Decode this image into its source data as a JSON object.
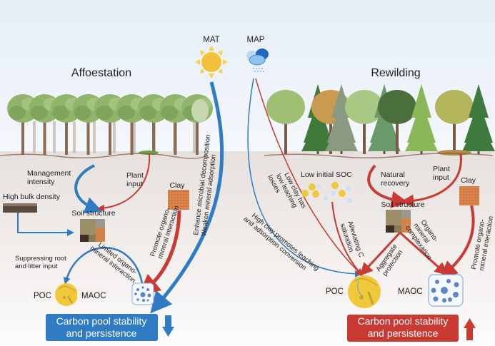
{
  "climate": {
    "mat_label": "MAT",
    "map_label": "MAP"
  },
  "afforestation": {
    "title": "Affoestation",
    "management_intensity": [
      "Management",
      "intensity"
    ],
    "plant_input": [
      "Plant",
      "input"
    ],
    "high_bulk_density": "High bulk density",
    "soil_structure": "Soil structure",
    "clay": "Clay",
    "promote_organo": [
      "Promote organo-",
      "mineral interaction"
    ],
    "enhance_decomp": [
      "Enhance microbial decomposition",
      "Weaken mineral adsorption"
    ],
    "suppressing": [
      "Suppressing root",
      "and litter input"
    ],
    "limited_organo": [
      "Limited organo-",
      "mineral interaction"
    ],
    "poc": "POC",
    "maoc": "MAOC",
    "outcome": [
      "Carbon pool stability",
      "and persistence"
    ],
    "outcome_direction": "down",
    "outcome_color": "#2f7cc4"
  },
  "rewilding": {
    "title": "Rewilding",
    "low_initial_soc": "Low initial SOC",
    "natural_recovery": [
      "Natural",
      "recovery"
    ],
    "plant_input": [
      "Plant",
      "input"
    ],
    "clay": "Clay",
    "soil_structure": "Soil structure",
    "low_clay": [
      "Low clay has",
      "low leaching",
      "losses"
    ],
    "high_clay": [
      "High clay promotes leaching",
      "and adsorption conversion"
    ],
    "alleviating": [
      "Alleviating C",
      "saturation"
    ],
    "aggregate": [
      "Aggregate",
      "protection"
    ],
    "organo_complex": [
      "Organo-",
      "mineral",
      "complexation"
    ],
    "promote_organo": [
      "Promote organo-",
      "mineral interaction"
    ],
    "poc": "POC",
    "maoc": "MAOC",
    "outcome": [
      "Carbon pool stability",
      "and persistence"
    ],
    "outcome_direction": "up",
    "outcome_color": "#c83a32"
  },
  "colors": {
    "blue_arrow": "#2f7cc4",
    "red_arrow": "#c83a32",
    "poc_yellow": "#f0c93a",
    "maoc_blue": "#5b86cc",
    "clay": "#d9804a"
  }
}
